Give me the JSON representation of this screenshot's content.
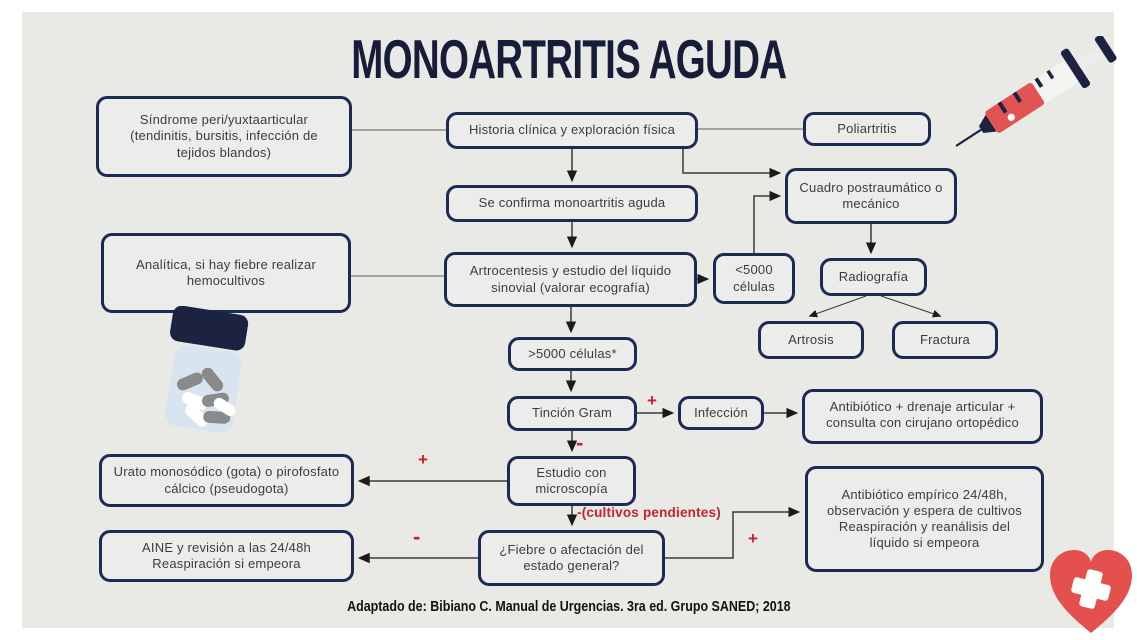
{
  "title": "MONOARTRITIS AGUDA",
  "footer": "Adaptado de: Bibiano C. Manual de Urgencias. 3ra ed. Grupo SANED; 2018",
  "colors": {
    "page_background": "#ffffff",
    "panel_background": "#e9e9e6",
    "box_border": "#1c2a56",
    "box_fill": "#ececea",
    "box_text": "#3c3c3c",
    "title_text": "#171c38",
    "sign_red": "#c5242c",
    "illustration_red": "#e25353",
    "illustration_navy": "#1c2340",
    "connector_gray": "#8e8e8e",
    "arrow_dark": "#3b3b3b"
  },
  "nodes": {
    "sindrome": {
      "label": "Síndrome peri/yuxtaarticular (tendinitis, bursitis, infección de tejidos blandos)"
    },
    "historia": {
      "label": "Historia clínica y exploración física"
    },
    "poliartritis": {
      "label": "Poliartritis"
    },
    "seconfirma": {
      "label": "Se confirma monoartritis aguda"
    },
    "cuadro": {
      "label": "Cuadro postraumático o mecánico"
    },
    "analitica": {
      "label": "Analítica, si hay fiebre realizar hemocultivos"
    },
    "artrocentesis": {
      "label": "Artrocentesis y estudio del líquido sinovial (valorar ecografía)"
    },
    "menos5000": {
      "label": "<5000 células"
    },
    "radiografia": {
      "label": "Radiografía"
    },
    "artrosis": {
      "label": "Artrosis"
    },
    "fractura": {
      "label": "Fractura"
    },
    "mas5000": {
      "label": ">5000 células*"
    },
    "tincion": {
      "label": "Tinción Gram"
    },
    "infeccion": {
      "label": "Infección"
    },
    "antibiotico_drenaje": {
      "label": "Antibiótico + drenaje articular + consulta con cirujano ortopédico"
    },
    "urato": {
      "label": "Urato monosódico (gota) o pirofosfato cálcico (pseudogota)"
    },
    "estudio": {
      "label": "Estudio con microscopía"
    },
    "aine": {
      "lines": [
        "AINE y revisión a las 24/48h",
        "Reaspiración si empeora"
      ]
    },
    "fiebre": {
      "label": "¿Fiebre o afectación del estado general?"
    },
    "antibiotico_empirico": {
      "lines": [
        "Antibiótico empírico 24/48h, observación y espera de cultivos",
        "Reaspiración y reanálisis del líquido si empeora"
      ]
    }
  },
  "edge_labels": {
    "tincion_infeccion": "+",
    "tincion_estudio": "-",
    "estudio_urato": "+",
    "estudio_fiebre": "-(cultivos pendientes)",
    "fiebre_aine": "-",
    "fiebre_antibiotico": "+"
  },
  "edges": [
    {
      "from": "sindrome",
      "to": "historia",
      "style": "plain"
    },
    {
      "from": "historia",
      "to": "poliartritis",
      "style": "plain"
    },
    {
      "from": "analitica",
      "to": "artrocentesis",
      "style": "plain"
    },
    {
      "from": "historia",
      "to": "seconfirma",
      "style": "arrow"
    },
    {
      "from": "historia",
      "to": "cuadro",
      "style": "arrow"
    },
    {
      "from": "seconfirma",
      "to": "artrocentesis",
      "style": "arrow"
    },
    {
      "from": "artrocentesis",
      "to": "menos5000",
      "style": "arrow"
    },
    {
      "from": "menos5000",
      "to": "cuadro",
      "style": "arrow"
    },
    {
      "from": "cuadro",
      "to": "radiografia",
      "style": "arrow"
    },
    {
      "from": "radiografia",
      "to": "artrosis",
      "style": "arrow"
    },
    {
      "from": "radiografia",
      "to": "fractura",
      "style": "arrow"
    },
    {
      "from": "artrocentesis",
      "to": "mas5000",
      "style": "arrow"
    },
    {
      "from": "mas5000",
      "to": "tincion",
      "style": "arrow"
    },
    {
      "from": "tincion",
      "to": "infeccion",
      "style": "arrow",
      "label": "+"
    },
    {
      "from": "infeccion",
      "to": "antibiotico_drenaje",
      "style": "arrow"
    },
    {
      "from": "tincion",
      "to": "estudio",
      "style": "arrow",
      "label": "-"
    },
    {
      "from": "estudio",
      "to": "urato",
      "style": "arrow",
      "label": "+"
    },
    {
      "from": "estudio",
      "to": "fiebre",
      "style": "arrow",
      "label": "-(cultivos pendientes)"
    },
    {
      "from": "fiebre",
      "to": "aine",
      "style": "arrow",
      "label": "-"
    },
    {
      "from": "fiebre",
      "to": "antibiotico_empirico",
      "style": "arrow",
      "label": "+"
    }
  ],
  "icons": {
    "syringe": "syringe-icon",
    "pill_bottle": "pill-bottle-icon",
    "heart_cross": "heart-cross-icon"
  }
}
